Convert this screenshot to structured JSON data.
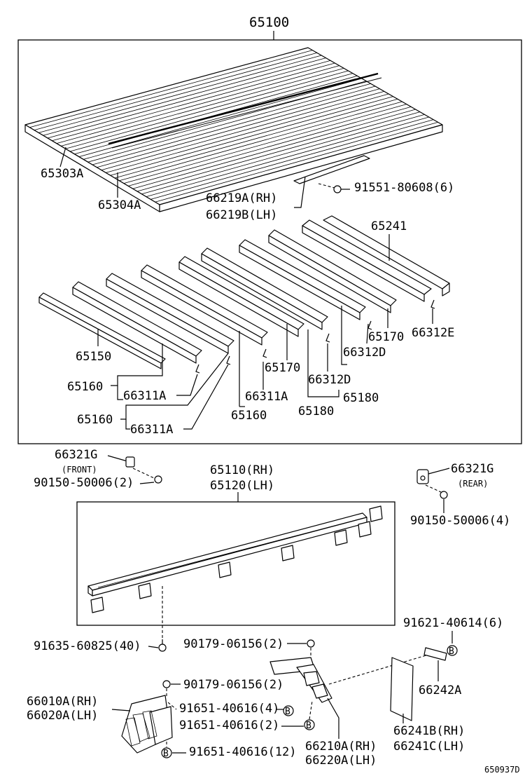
{
  "diagram": {
    "part_numbers": {
      "main_assembly": "65100",
      "floor_a": "65303A",
      "floor_b": "65304A",
      "hinge_rh": "66219A(RH)",
      "hinge_lh": "66219B(LH)",
      "bolt_top": "91551-80608(6)",
      "sill_rear": "65241",
      "cross_1": "65150",
      "cross_2a": "65160",
      "cross_2b": "65160",
      "cross_2c": "65160",
      "clip_a1": "66311A",
      "clip_a2": "66311A",
      "clip_a3": "66311A",
      "cross_170a": "65170",
      "cross_170b": "65170",
      "clip_d1": "66312D",
      "clip_d2": "66312D",
      "clip_e": "66312E",
      "cross_180a": "65180",
      "cross_180b": "65180",
      "stop_front": "66321G",
      "stop_front_note": "(FRONT)",
      "screw_front": "90150-50006(2)",
      "side_rh": "65110(RH)",
      "side_lh": "65120(LH)",
      "stop_rear": "66321G",
      "stop_rear_note": "(REAR)",
      "screw_rear": "90150-50006(4)",
      "bolt_side": "91635-60825(40)",
      "nut_1": "90179-06156(2)",
      "nut_2": "90179-06156(2)",
      "bolt_b1": "91651-40616(4)",
      "bolt_b2": "91651-40616(2)",
      "bolt_b3": "91651-40616(12)",
      "bolt_plate": "91621-40614(6)",
      "mudguard_rh": "66010A(RH)",
      "mudguard_lh": "66020A(LH)",
      "plate": "66242A",
      "flap_rh": "66241B(RH)",
      "flap_lh": "66241C(LH)",
      "bracket_rh": "66210A(RH)",
      "bracket_lh": "66220A(LH)",
      "callout_b": "B",
      "drawing_code": "650937D"
    }
  }
}
